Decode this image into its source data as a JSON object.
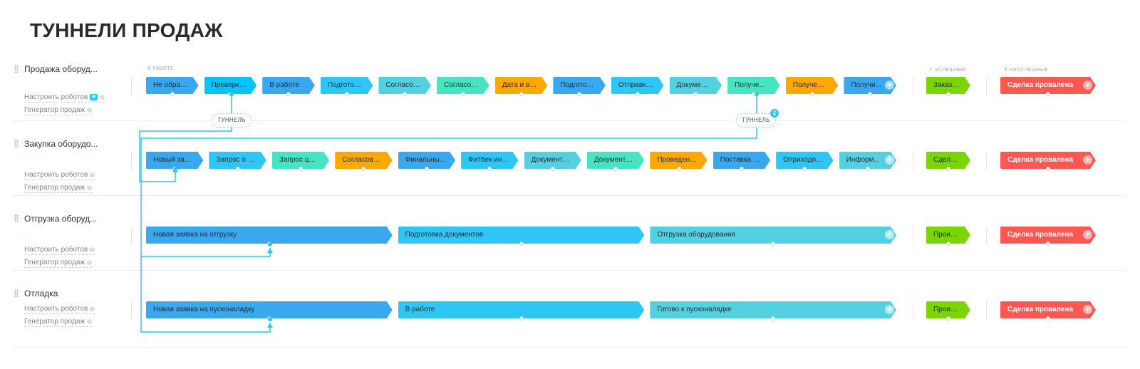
{
  "page": {
    "title": "ТУННЕЛИ ПРОДАЖ"
  },
  "columns": {
    "in_progress": "В РАБОТЕ",
    "success": "УСПЕШНЫЕ",
    "failure": "НЕУСПЕШНЫЕ",
    "success_icon": "check-icon",
    "failure_icon": "cross-icon"
  },
  "links": {
    "robots": "Настроить роботов",
    "generator": "Генератор продаж"
  },
  "colors": {
    "blue_dark": "#39a8ef",
    "blue": "#2fc6f6",
    "cyan": "#55d0e0",
    "teal": "#47e4c2",
    "orange": "#ffa900",
    "green": "#7bd500",
    "red": "#ff5752",
    "connector": "#2fc6f6"
  },
  "pipelines": [
    {
      "name": "Продажа оборуд...",
      "stages": [
        {
          "label": "Не обраб...",
          "color": "#39a8ef"
        },
        {
          "label": "Проверка...",
          "color": "#00c4fb"
        },
        {
          "label": "В работе",
          "color": "#39a8ef"
        },
        {
          "label": "Подготов...",
          "color": "#2fc6f6"
        },
        {
          "label": "Согласов...",
          "color": "#55d0e0"
        },
        {
          "label": "Согласов...",
          "color": "#47e4c2"
        },
        {
          "label": "Дата и вр...",
          "color": "#ffa900"
        },
        {
          "label": "Подготов...",
          "color": "#39a8ef"
        },
        {
          "label": "Отправка...",
          "color": "#2fc6f6"
        },
        {
          "label": "Документ...",
          "color": "#55d0e0"
        },
        {
          "label": "Получена...",
          "color": "#47e4c2"
        },
        {
          "label": "Получен ...",
          "color": "#ffa900"
        },
        {
          "label": "Получи...",
          "color": "#39a8ef"
        }
      ],
      "success": {
        "label": "Заказ в..."
      },
      "failure": {
        "label": "Сделка провалена"
      }
    },
    {
      "name": "Закупка оборудо...",
      "stages": [
        {
          "label": "Новый зап...",
          "color": "#39a8ef"
        },
        {
          "label": "Запрос о д...",
          "color": "#2fc6f6"
        },
        {
          "label": "Запрос цен...",
          "color": "#47e4c2"
        },
        {
          "label": "Согласован...",
          "color": "#ffa900"
        },
        {
          "label": "Финальны...",
          "color": "#39a8ef"
        },
        {
          "label": "Фитбек ин...",
          "color": "#2fc6f6"
        },
        {
          "label": "Документы...",
          "color": "#55d0e0"
        },
        {
          "label": "Документы...",
          "color": "#47e4c2"
        },
        {
          "label": "Проведена ...",
          "color": "#ffa900"
        },
        {
          "label": "Поставка п...",
          "color": "#39a8ef"
        },
        {
          "label": "Оприходов...",
          "color": "#2fc6f6"
        },
        {
          "label": "Информ...",
          "color": "#55d0e0"
        }
      ],
      "success": {
        "label": "Сделка ..."
      },
      "failure": {
        "label": "Сделка провалена"
      }
    },
    {
      "name": "Отгрузка оборуд...",
      "stages": [
        {
          "label": "Новая заявка на отгрузку",
          "color": "#39a8ef"
        },
        {
          "label": "Подготовка документов",
          "color": "#2fc6f6"
        },
        {
          "label": "Отгрузка оборудования",
          "color": "#55d0e0"
        }
      ],
      "success": {
        "label": "Произве..."
      },
      "failure": {
        "label": "Сделка провалена"
      }
    },
    {
      "name": "Отладка",
      "stages": [
        {
          "label": "Новая заявка на пусконаладку",
          "color": "#39a8ef"
        },
        {
          "label": "В работе",
          "color": "#2fc6f6"
        },
        {
          "label": "Готово к пусконаладке",
          "color": "#55d0e0"
        }
      ],
      "success": {
        "label": "Произве..."
      },
      "failure": {
        "label": "Сделка провалена"
      }
    }
  ],
  "tunnels": [
    {
      "label": "ТУННЕЛЬ",
      "count": ""
    },
    {
      "label": "ТУННЕЛЬ",
      "count": "2"
    }
  ]
}
